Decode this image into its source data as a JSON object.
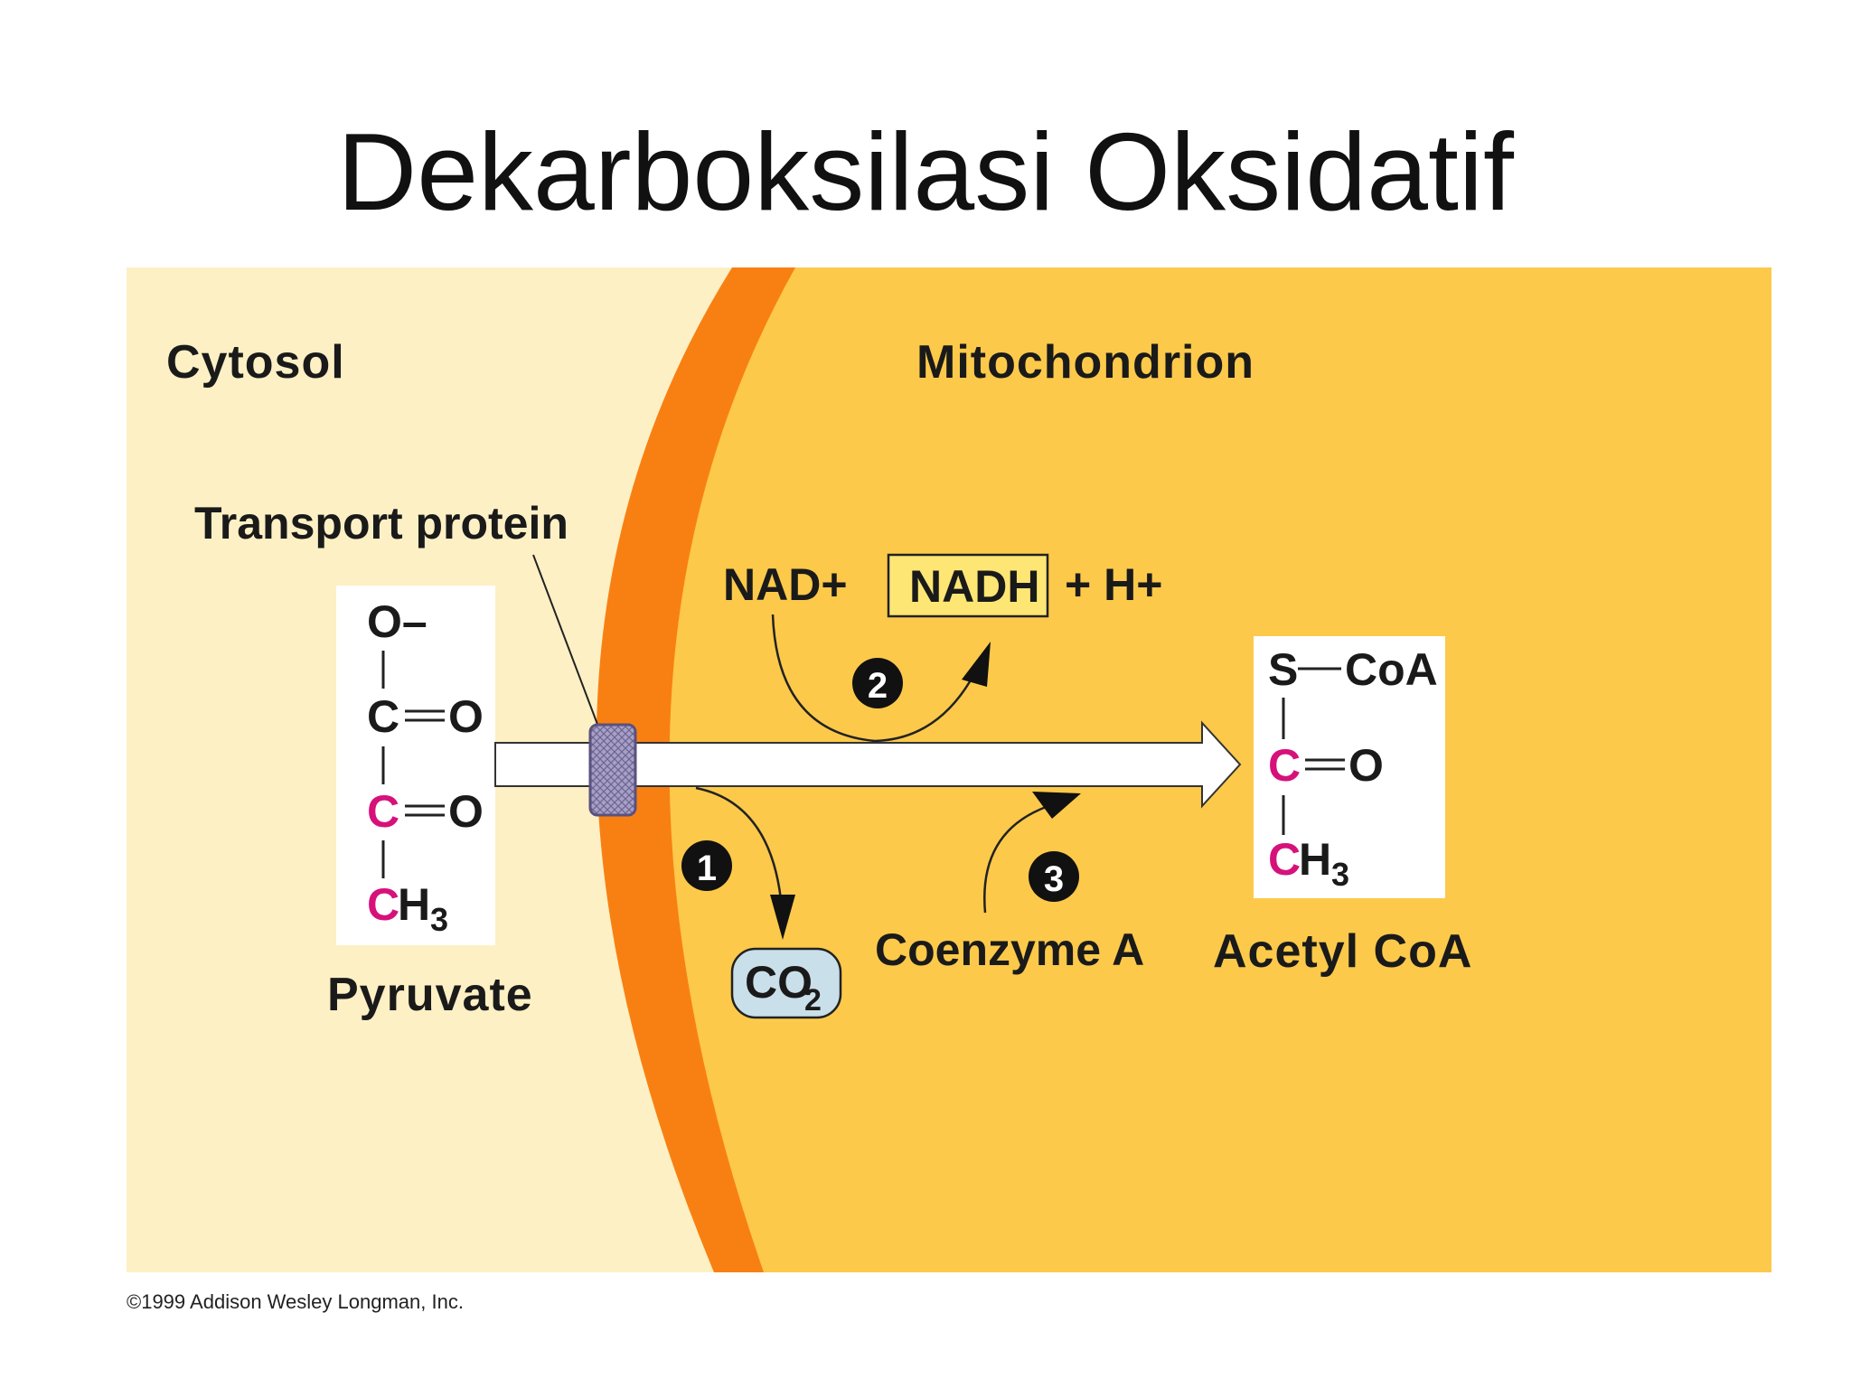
{
  "title": "Dekarboksilasi Oksidatif",
  "regions": {
    "cytosol": "Cytosol",
    "mitochondrion": "Mitochondrion"
  },
  "transport_protein_label": "Transport protein",
  "pyruvate": {
    "label": "Pyruvate",
    "o_minus": "O–",
    "c1": "C",
    "c2": "C",
    "o1": "O",
    "o2": "O",
    "ch3_c": "C",
    "ch3_h": "H",
    "ch3_sub": "3"
  },
  "acetyl_coa": {
    "label": "Acetyl CoA",
    "s": "S",
    "coa": "CoA",
    "c": "C",
    "o": "O",
    "ch3_c": "C",
    "ch3_h": "H",
    "ch3_sub": "3"
  },
  "steps": [
    "1",
    "2",
    "3"
  ],
  "nad_plus": "NAD+",
  "nadh": "NADH",
  "h_plus": "+ H+",
  "co2": {
    "base": "CO",
    "sub": "2"
  },
  "coenzyme_a": "Coenzyme A",
  "copyright": "©1999 Addison Wesley Longman, Inc.",
  "colors": {
    "cytosol": "#fdf0c4",
    "mitochondrion": "#fcc94a",
    "membrane": "#f88012",
    "carbon_highlight": "#d6127a",
    "nadh_box": "#fde673",
    "co2_pill": "#c9dfe9",
    "transport_protein": "#a7a0c4"
  }
}
